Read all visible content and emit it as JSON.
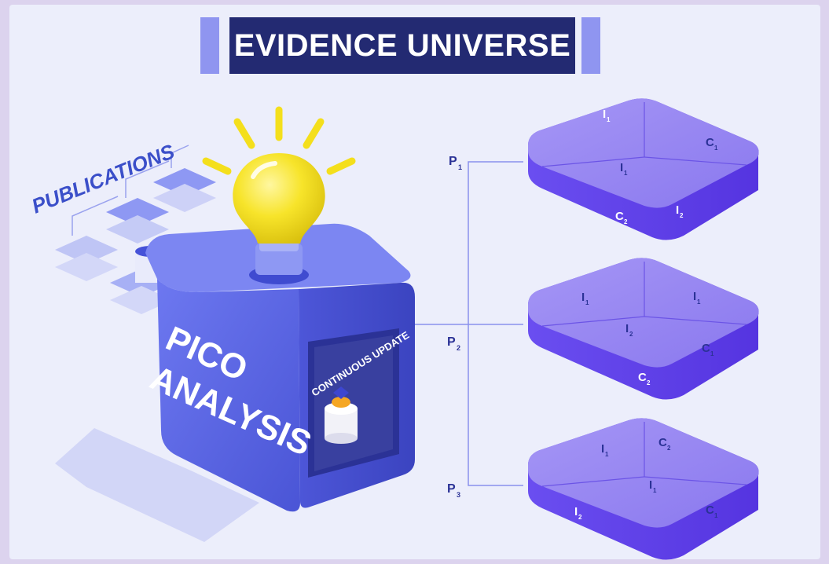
{
  "title": "EVIDENCE UNIVERSE",
  "publications_label": "PUBLICATIONS",
  "machine": {
    "label_line1": "PICO",
    "label_line2": "ANALYSIS",
    "update_label": "CONTINUOUS UPDATE"
  },
  "populations": [
    {
      "label": "P",
      "sub": "1",
      "cells": [
        {
          "label": "I",
          "sub": "1"
        },
        {
          "label": "C",
          "sub": "1"
        },
        {
          "label": "I",
          "sub": "1"
        },
        {
          "label": "C",
          "sub": "2"
        },
        {
          "label": "I",
          "sub": "2"
        }
      ]
    },
    {
      "label": "P",
      "sub": "2",
      "cells": [
        {
          "label": "I",
          "sub": "1"
        },
        {
          "label": "I",
          "sub": "1"
        },
        {
          "label": "I",
          "sub": "2"
        },
        {
          "label": "C",
          "sub": "1"
        },
        {
          "label": "C",
          "sub": "2"
        }
      ]
    },
    {
      "label": "P",
      "sub": "3",
      "cells": [
        {
          "label": "I",
          "sub": "1"
        },
        {
          "label": "C",
          "sub": "2"
        },
        {
          "label": "I",
          "sub": "1"
        },
        {
          "label": "I",
          "sub": "2"
        },
        {
          "label": "C",
          "sub": "1"
        }
      ]
    }
  ],
  "colors": {
    "title_bg": "#232a72",
    "title_accent": "#8f95f0",
    "cube": "#5a65e8",
    "tray_top": "#8e7df2",
    "tray_side": "#5f3de6",
    "bulb": "#f4df1c",
    "connector": "#8a90ec"
  }
}
